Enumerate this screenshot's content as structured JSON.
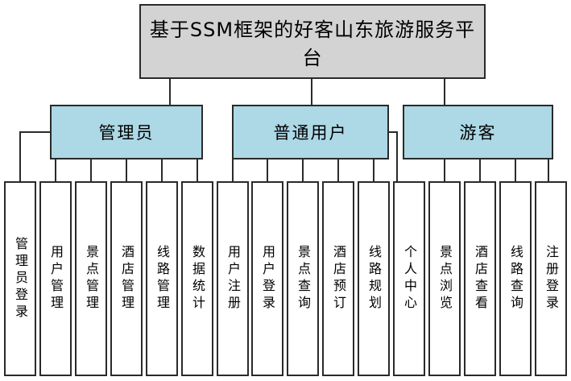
{
  "diagram": {
    "title": "基于SSM框架的好客山东旅游服务平台",
    "groups": [
      {
        "label": "管理员",
        "children": [
          "管理员登录",
          "用户管理",
          "景点管理",
          "酒店管理",
          "线路管理",
          "数据统计"
        ]
      },
      {
        "label": "普通用户",
        "children": [
          "用户注册",
          "用户登录",
          "景点查询",
          "酒店预订",
          "线路规划",
          "个人中心"
        ]
      },
      {
        "label": "游客",
        "children": [
          "景点浏览",
          "酒店查看",
          "线路查询",
          "注册登录"
        ]
      }
    ],
    "colors": {
      "title_fill": "#d3d3d3",
      "group_fill": "#add8e6",
      "leaf_fill": "#ffffff",
      "line": "#2a2a2a"
    }
  }
}
